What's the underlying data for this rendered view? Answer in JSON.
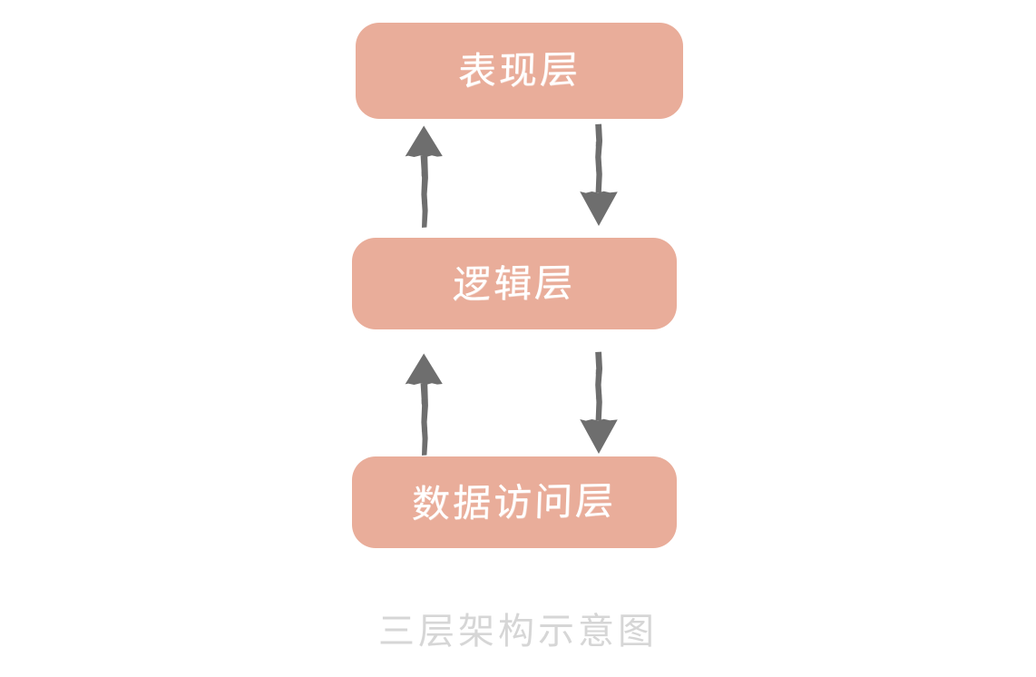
{
  "diagram": {
    "caption": "三层架构示意图",
    "background_color": "#FFFFFF",
    "box_fill_color": "#E9AD9A",
    "box_text_color": "#FFFFFF",
    "arrow_color": "#6E6E6E",
    "caption_color": "#D6D6D6",
    "layers": [
      {
        "id": "presentation",
        "label": "表现层"
      },
      {
        "id": "logic",
        "label": "逻辑层"
      },
      {
        "id": "data-access",
        "label": "数据访问层"
      }
    ],
    "connectors": [
      {
        "id": "presentation-up",
        "direction": "up",
        "from": "逻辑层",
        "to": "表现层"
      },
      {
        "id": "presentation-down",
        "direction": "down",
        "from": "表现层",
        "to": "逻辑层"
      },
      {
        "id": "logic-up",
        "direction": "up",
        "from": "数据访问层",
        "to": "逻辑层"
      },
      {
        "id": "logic-down",
        "direction": "down",
        "from": "逻辑层",
        "to": "数据访问层"
      }
    ]
  }
}
